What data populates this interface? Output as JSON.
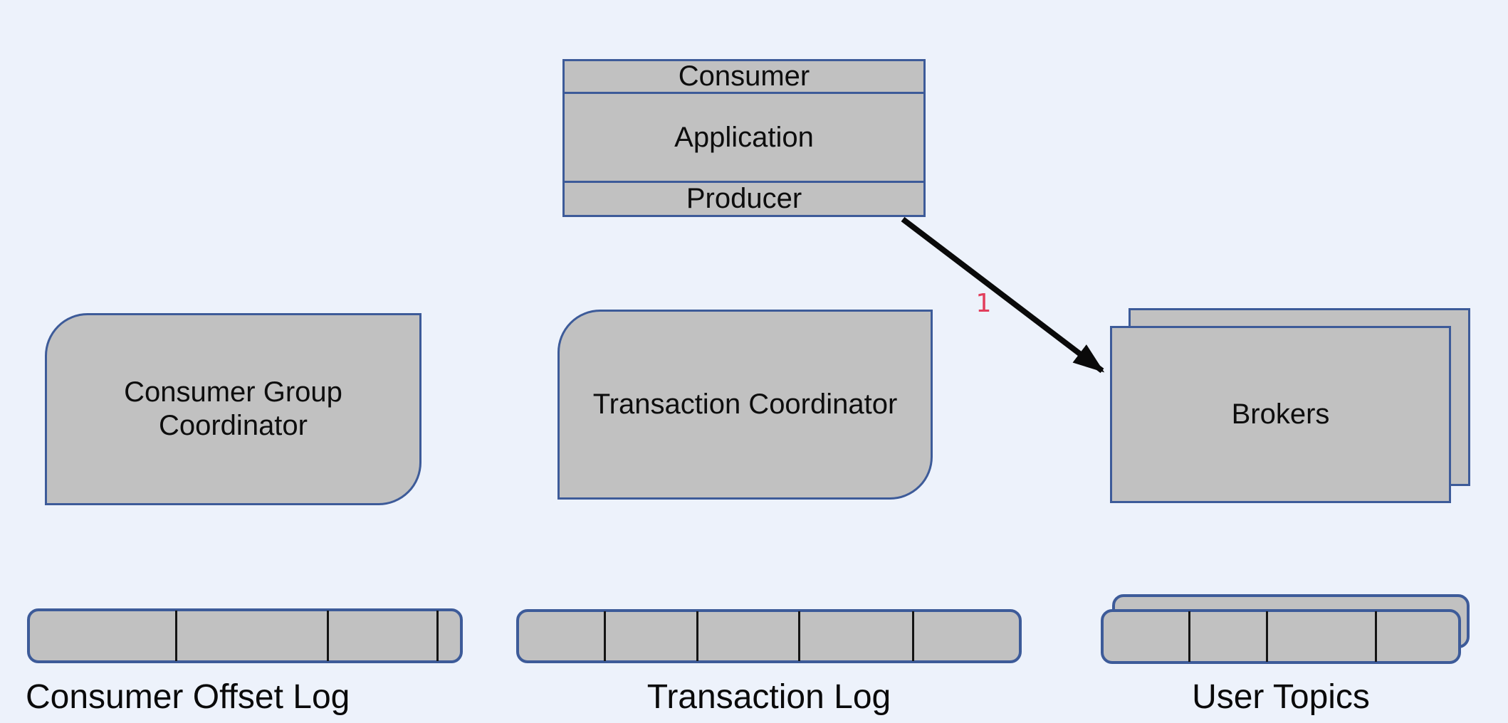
{
  "diagram": {
    "colors": {
      "background": "#edf2fb",
      "node_fill": "#c1c1c1",
      "node_border": "#3d5b99",
      "arrow": "#0a0a0a",
      "step_label": "#e23e5c",
      "text": "#0d0d0d"
    },
    "application_stack": {
      "consumer": "Consumer",
      "application": "Application",
      "producer": "Producer"
    },
    "arrow": {
      "label": "1"
    },
    "coordinators": {
      "consumer_group": "Consumer Group Coordinator",
      "transaction": "Transaction Coordinator"
    },
    "brokers": {
      "label": "Brokers",
      "stacked": true
    },
    "logs": [
      {
        "id": "consumer-offset-log",
        "label": "Consumer Offset Log",
        "segments": 4,
        "dividers_pct": [
          33.8,
          69.0,
          94.6
        ],
        "stacked": false
      },
      {
        "id": "transaction-log",
        "label": "Transaction Log",
        "segments": 5,
        "dividers_pct": [
          17.0,
          35.4,
          55.9,
          78.7
        ],
        "stacked": false
      },
      {
        "id": "user-topics",
        "label": "User Topics",
        "segments": 4,
        "dividers_pct": [
          23.9,
          45.7,
          76.5
        ],
        "stacked": true
      }
    ]
  }
}
